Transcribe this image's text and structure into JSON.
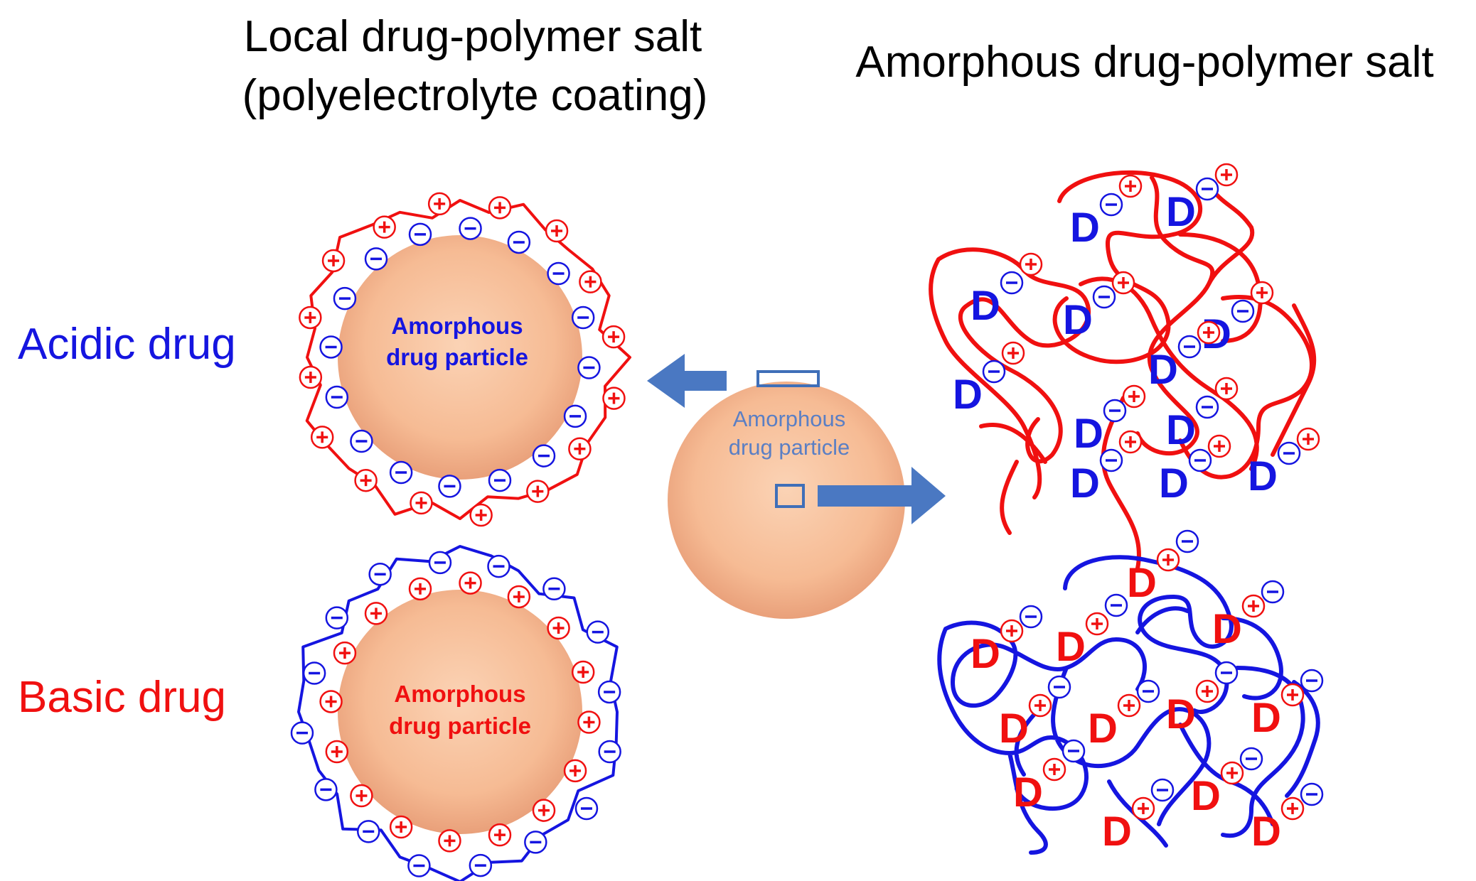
{
  "titles": {
    "left_line1": "Local drug-polymer salt",
    "left_line2": "(polyelectrolyte coating)",
    "right": "Amorphous drug-polymer salt"
  },
  "labels": {
    "acidic_drug": "Acidic drug",
    "basic_drug": "Basic drug"
  },
  "particles": {
    "acidic": {
      "line1": "Amorphous",
      "line2": "drug particle"
    },
    "center": {
      "line1": "Amorphous",
      "line2": "drug particle"
    },
    "basic": {
      "line1": "Amorphous",
      "line2": "drug particle"
    }
  },
  "symbols": {
    "drug": "D",
    "plus": "+",
    "minus": "−"
  },
  "colors": {
    "red": "#f01010",
    "blue": "#1515e0",
    "arrow": "#4a78c2",
    "particle_label_center": "#5b7fc4",
    "particle_fill": "#f7be9a"
  }
}
